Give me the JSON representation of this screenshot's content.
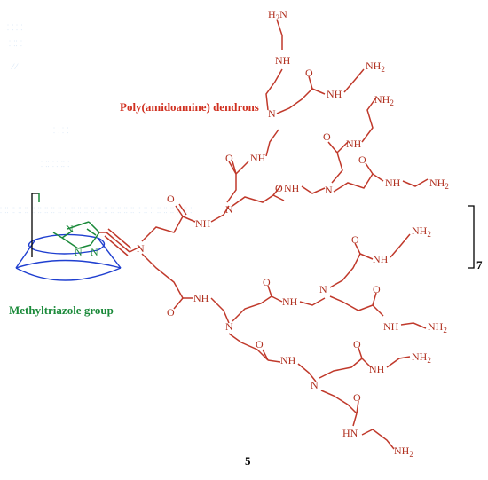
{
  "labels": {
    "dendrons": "Poly(amidoamine) dendrons",
    "triazole": "Methyltriazole group",
    "compound_number": "5",
    "repeat_subscript": "7"
  },
  "colors": {
    "dendron": "#c0392b",
    "dendron_label": "#d03020",
    "triazole": "#1b8a3a",
    "cyclodextrin": "#1f3fd0",
    "bracket": "#000000"
  }
}
